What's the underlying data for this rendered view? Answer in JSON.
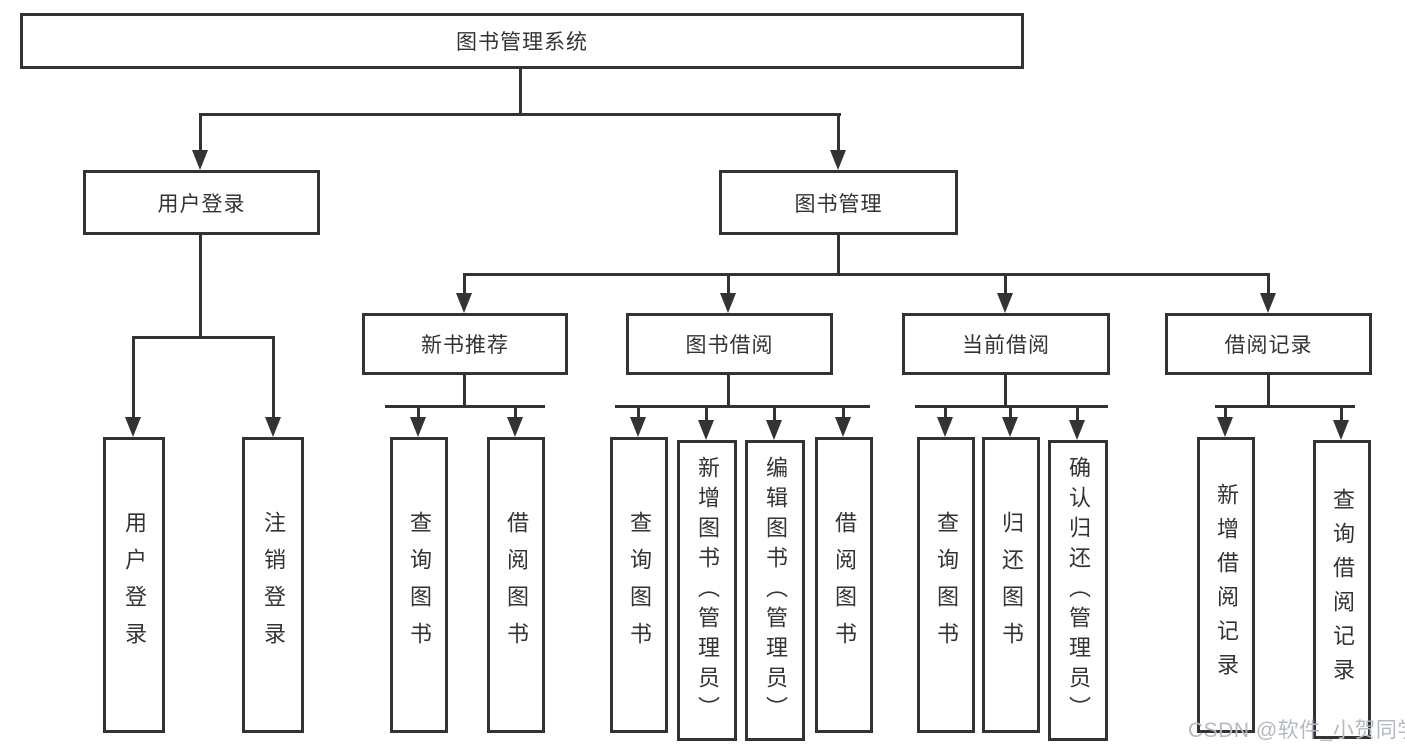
{
  "tree": {
    "label": "图书管理系统",
    "children": [
      {
        "label": "用户登录",
        "children": [
          {
            "label": "用户登录"
          },
          {
            "label": "注销登录"
          }
        ]
      },
      {
        "label": "图书管理",
        "children": [
          {
            "label": "新书推荐",
            "children": [
              {
                "label": "查询图书"
              },
              {
                "label": "借阅图书"
              }
            ]
          },
          {
            "label": "图书借阅",
            "children": [
              {
                "label": "查询图书"
              },
              {
                "label": "新增图书（管理员）"
              },
              {
                "label": "编辑图书（管理员）"
              },
              {
                "label": "借阅图书"
              }
            ]
          },
          {
            "label": "当前借阅",
            "children": [
              {
                "label": "查询图书"
              },
              {
                "label": "归还图书"
              },
              {
                "label": "确认归还（管理员）"
              }
            ]
          },
          {
            "label": "借阅记录",
            "children": [
              {
                "label": "新增借阅记录"
              },
              {
                "label": "查询借阅记录"
              }
            ]
          }
        ]
      }
    ]
  },
  "watermark": "CSDN @软件_小贺同学",
  "colors": {
    "line": "#333333",
    "text": "#333333",
    "watermark": "#b5b9c2",
    "background": "#ffffff"
  }
}
